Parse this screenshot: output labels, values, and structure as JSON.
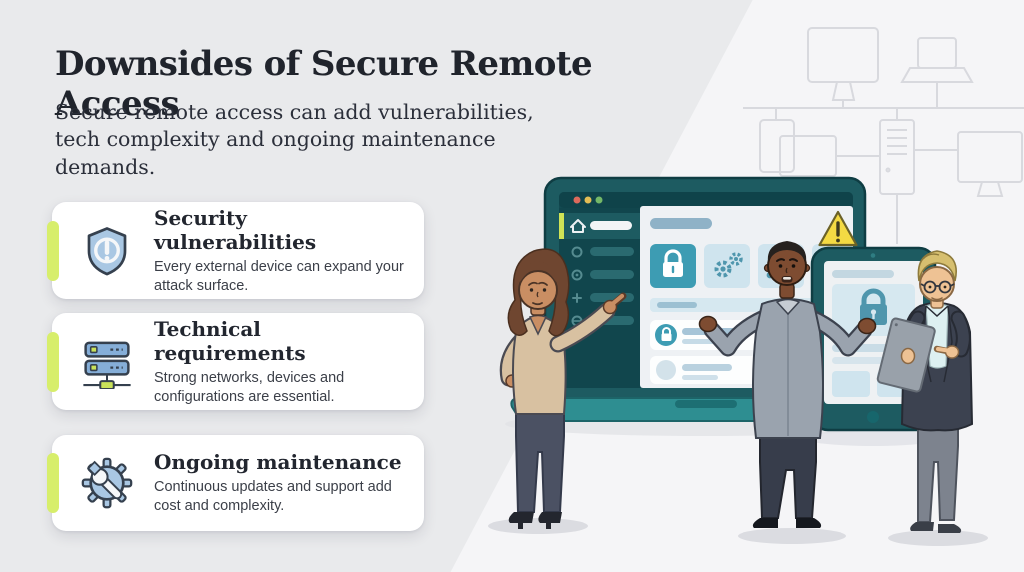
{
  "page": {
    "title": "Downsides of Secure Remote Access",
    "subtitle": "Secure remote access can add vulnerabilities, tech complexity and ongoing maintenance demands."
  },
  "cards": [
    {
      "title": "Security vulnerabilities",
      "description": "Every external device can expand your attack surface.",
      "icon": "shield-alert-icon"
    },
    {
      "title": "Technical requirements",
      "description": "Strong networks, devices and configurations are essential.",
      "icon": "server-network-icon"
    },
    {
      "title": "Ongoing maintenance",
      "description": "Continuous updates and support add cost and complexity.",
      "icon": "gear-wrench-icon"
    }
  ],
  "colors": {
    "background": "#e9eaec",
    "background_light": "#f5f5f7",
    "card_background": "#ffffff",
    "accent_lime": "#d7ee6b",
    "teal_dark": "#1d5b61",
    "teal_mid": "#2e8e91",
    "tile_teal": "#3d9cb3",
    "tile_light": "#cfe4ee",
    "icon_blue": "#a9c7e3",
    "server_blue": "#85aed8",
    "warning_yellow": "#f4da43",
    "title_text": "#20242c",
    "body_text": "#3b3f48"
  },
  "illustration": {
    "elements": [
      "laptop-security-dashboard",
      "tablet-lock-screen",
      "warning-triangle-icon",
      "lock-icon",
      "gears-icon",
      "network-hub-icon",
      "home-icon",
      "woman-pointing",
      "man-shrugging",
      "man-with-tablet",
      "background-network-wireframe"
    ]
  }
}
